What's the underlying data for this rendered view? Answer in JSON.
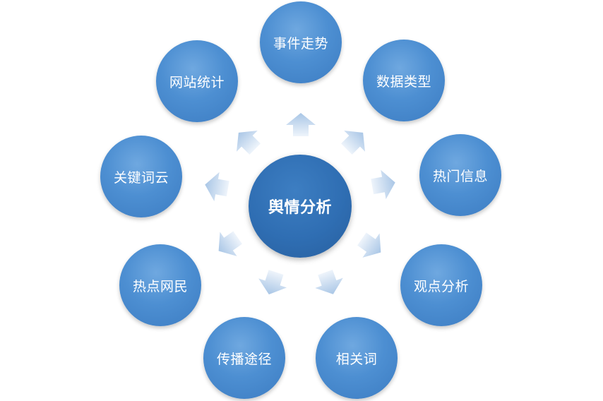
{
  "center": {
    "label": "舆情分析"
  },
  "nodes": [
    {
      "id": "event-trend",
      "label": "事件走势"
    },
    {
      "id": "data-type",
      "label": "数据类型"
    },
    {
      "id": "hot-info",
      "label": "热门信息"
    },
    {
      "id": "opinion-analysis",
      "label": "观点分析"
    },
    {
      "id": "related-words",
      "label": "相关词"
    },
    {
      "id": "propagation-path",
      "label": "传播途径"
    },
    {
      "id": "hot-netizens",
      "label": "热点网民"
    },
    {
      "id": "keyword-cloud",
      "label": "关键词云"
    },
    {
      "id": "site-stats",
      "label": "网站统计"
    }
  ],
  "colors": {
    "node": "#4d8fd2",
    "center": "#2f6eb3",
    "arrow_light": "#eef4fb",
    "arrow_dark": "#a9c6e6"
  }
}
